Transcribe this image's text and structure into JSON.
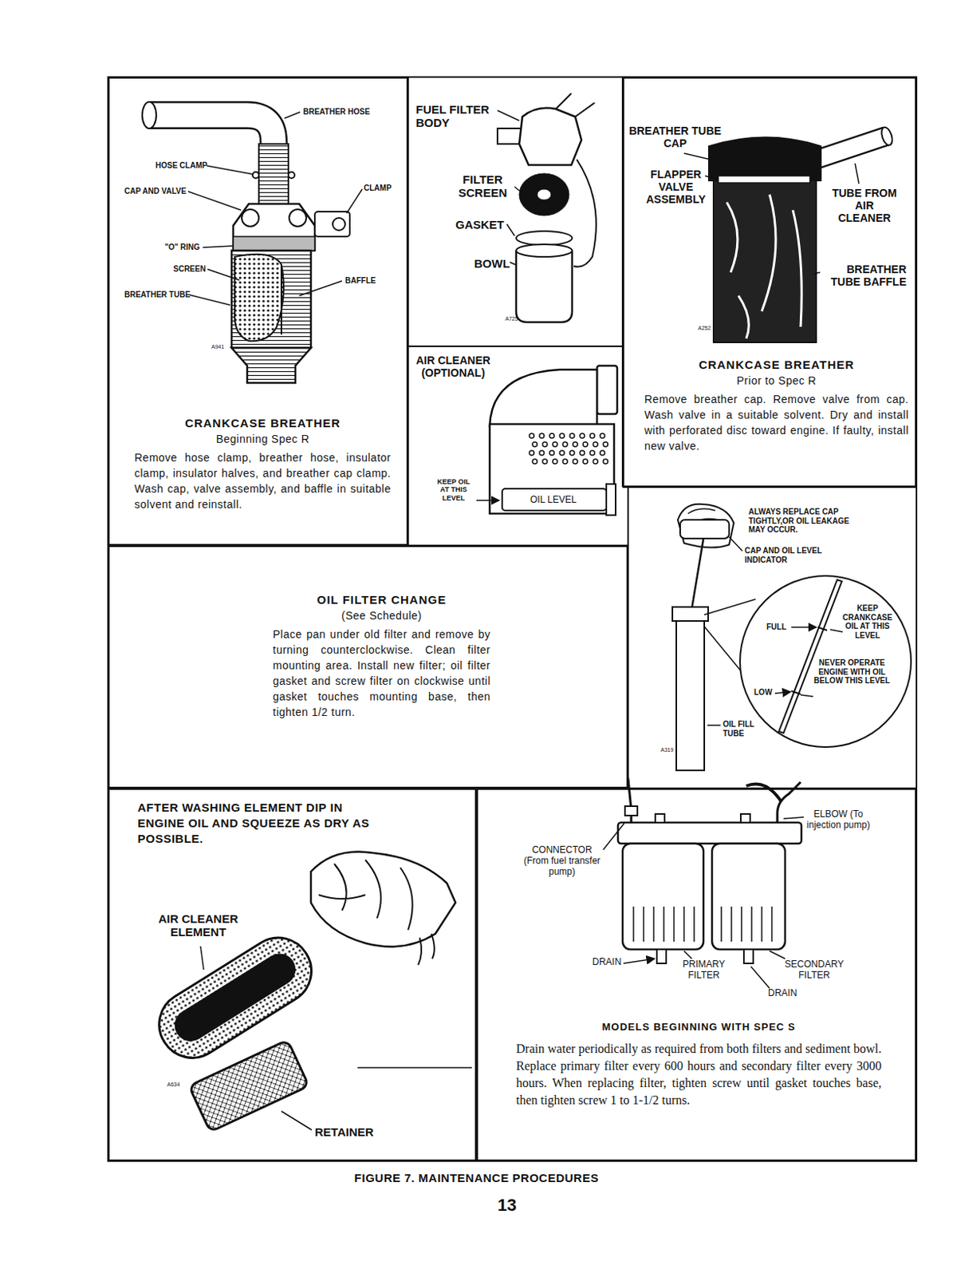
{
  "diagram": {
    "caption": "FIGURE 7. MAINTENANCE PROCEDURES",
    "nodes": [
      {
        "text": [
          "CRANKCASE BREATHER",
          "Beginning Spec R",
          "Remove hose clamp, breather hose, insulator clamp, insulator halves, and breather cap clamp. Wash cap, valve assembly, and baffle in suitable solvent and reinstall."
        ]
      },
      {
        "text": [
          "CRANKCASE BREATHER",
          "Prior to Spec R",
          "Remove breather cap. Remove valve from cap. Wash valve in a suitable solvent. Dry and install with perforated disc toward engine. If faulty, install new valve."
        ]
      },
      {
        "text": [
          "OIL FILTER CHANGE",
          "(See Schedule)",
          "Place pan under old filter and remove by turning counterclockwise. Clean filter mounting area. Install new filter; oil filter gasket and screw filter on clockwise until gasket touches mounting base, then tighten 1/2 turn."
        ]
      },
      {
        "text": [
          "AFTER WASHING ELEMENT DIP IN ENGINE OIL AND SQUEEZE AS DRY AS POSSIBLE."
        ]
      },
      {
        "text": [
          "MODELS BEGINNING WITH SPEC S",
          "Drain water periodically as required from both filters and sediment bowl. Replace primary filter every 600 hours and secondary filter every 3000 hours. When replacing filter, tighten screw until gasket touches base, then tighten screw 1 to 1-1/2 turns."
        ]
      }
    ],
    "labels": [
      "BREATHER HOSE",
      "HOSE CLAMP",
      "CAP AND VALVE",
      "CLAMP",
      "\"O\" RING",
      "SCREEN",
      "BAFFLE",
      "BREATHER TUBE",
      "A941",
      "FUEL FILTER BODY",
      "FILTER SCREEN",
      "GASKET",
      "BOWL",
      "A725",
      "BREATHER TUBE CAP",
      "FLAPPER VALVE ASSEMBLY",
      "TUBE FROM AIR CLEANER",
      "BREATHER TUBE BAFFLE",
      "A252",
      "AIR CLEANER (OPTIONAL)",
      "KEEP OIL AT THIS LEVEL",
      "OIL LEVEL",
      "ALWAYS REPLACE CAP TIGHTLY,OR OIL LEAKAGE MAY OCCUR.",
      "CAP AND OIL LEVEL INDICATOR",
      "FULL",
      "KEEP CRANKCASE OIL AT THIS LEVEL",
      "LOW",
      "NEVER OPERATE ENGINE WITH OIL BELOW THIS LEVEL",
      "OIL FILL TUBE",
      "A319",
      "AIR CLEANER ELEMENT",
      "A634",
      "RETAINER",
      "CONNECTOR (From fuel transfer pump)",
      "ELBOW (To injection pump)",
      "DRAIN",
      "PRIMARY FILTER",
      "SECONDARY FILTER",
      "DRAIN",
      "13"
    ]
  }
}
